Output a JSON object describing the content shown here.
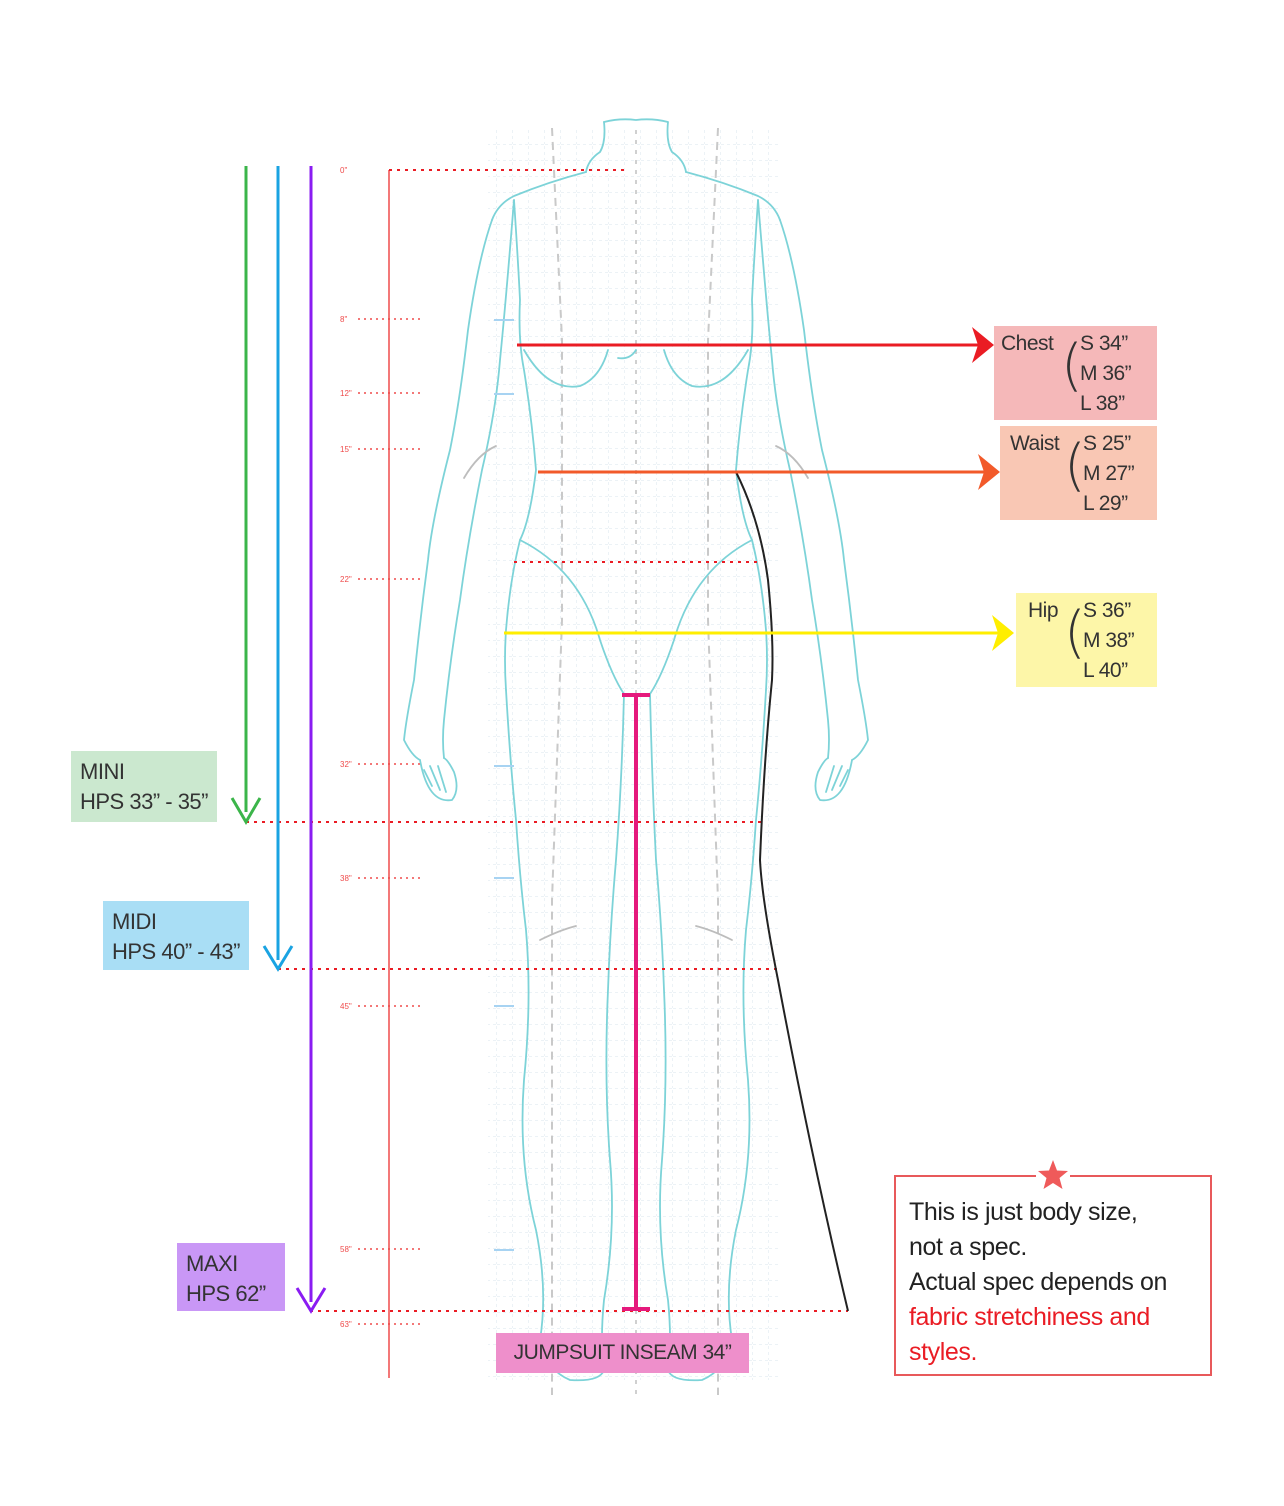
{
  "ruler_ticks": [
    "0\"",
    "8\"",
    "12\"",
    "15\"",
    "22\"",
    "32\"",
    "38\"",
    "45\"",
    "58\"",
    "63\""
  ],
  "lengths": {
    "mini": {
      "name": "MINI",
      "range": "HPS 33” - 35”",
      "color": "#3bb54a",
      "box_color": "#cbe8cf"
    },
    "midi": {
      "name": "MIDI",
      "range": "HPS 40” - 43”",
      "color": "#1aa3e2",
      "box_color": "#a9def5"
    },
    "maxi": {
      "name": "MAXI",
      "range": "HPS 62”",
      "color": "#8a1cf2",
      "box_color": "#c997f6"
    }
  },
  "measurements": {
    "chest": {
      "name": "Chest",
      "s": "S 34”",
      "m": "M 36”",
      "l": "L 38”",
      "color": "#ea1c24",
      "box_color": "#f5b8b9"
    },
    "waist": {
      "name": "Waist",
      "s": "S 25”",
      "m": "M 27”",
      "l": "L 29”",
      "color": "#f25a2a",
      "box_color": "#f9c7b4"
    },
    "hip": {
      "name": "Hip",
      "s": "S 36”",
      "m": "M 38”",
      "l": "L 40”",
      "color": "#ffee00",
      "box_color": "#fdf6a8"
    }
  },
  "inseam": {
    "label": "JUMPSUIT INSEAM 34”",
    "color": "#e5197c"
  },
  "note": {
    "line1": "This is just body size,",
    "line2": "not a spec.",
    "line3": "Actual spec depends on",
    "line4_red": "fabric stretchiness and",
    "line5_red": "styles."
  }
}
